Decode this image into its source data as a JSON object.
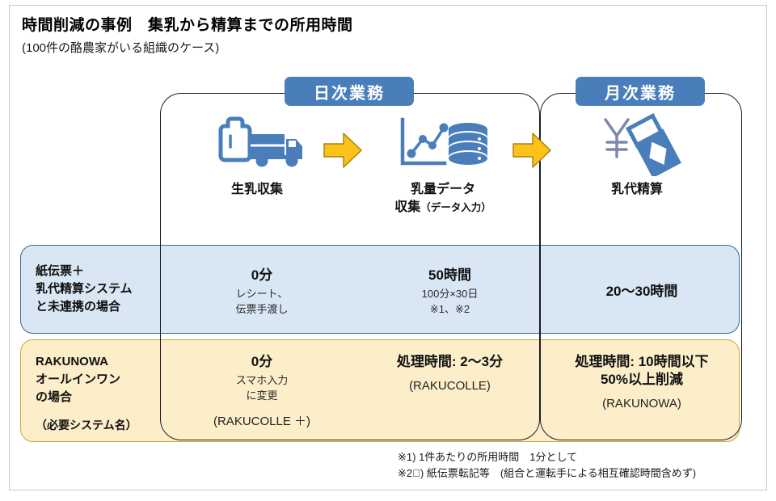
{
  "header": {
    "title": "時間削減の事例　集乳から精算までの所用時間",
    "subtitle": "(100件の酪農家がいる組織のケース)"
  },
  "phases": [
    {
      "id": "daily",
      "badge": "日次業務"
    },
    {
      "id": "monthly",
      "badge": "月次業務"
    }
  ],
  "steps": [
    {
      "icon": "milk-truck-icon",
      "label": "生乳収集",
      "sub": ""
    },
    {
      "icon": "chart-database-icon",
      "label": "乳量データ\n収集",
      "sub": "（データ入力）"
    },
    {
      "icon": "yen-banknote-icon",
      "label": "乳代精算",
      "sub": ""
    }
  ],
  "arrows": [
    {
      "name": "flow-arrow-1"
    },
    {
      "name": "flow-arrow-2"
    }
  ],
  "rows": [
    {
      "id": "legacy",
      "label": "紙伝票＋\n乳代精算システム\nと未連携の場合",
      "label_note": "",
      "cells": [
        {
          "main": "0分",
          "sub": "レシート、\n伝票手渡し",
          "system": ""
        },
        {
          "main": "50時間",
          "sub": "100分×30日\n※1、※2",
          "system": ""
        },
        {
          "main": "20〜30時間",
          "sub": "",
          "system": ""
        }
      ]
    },
    {
      "id": "rakunowa",
      "label": "RAKUNOWA\nオールインワン\nの場合",
      "label_note": "（必要システム名）",
      "cells": [
        {
          "main": "0分",
          "sub": "スマホ入力\nに変更",
          "system": "(RAKUCOLLE ＋)"
        },
        {
          "main": "処理時間: 2〜3分",
          "sub": "",
          "system": "(RAKUCOLLE)"
        },
        {
          "main": "処理時間: 10時間以下\n50%以上削減",
          "sub": "",
          "system": "(RAKUNOWA)"
        }
      ]
    }
  ],
  "footnotes": [
    "※1) 1件あたりの所用時間　1分として",
    "※2ﾞ) 紙伝票転記等　(組合と運転手による相互確認時間含めず)"
  ],
  "colors": {
    "badge_blue": "#4a7ebb",
    "row_legacy_fill": "#d9e7f4",
    "row_legacy_border": "#3c6a99",
    "row_rakunowa_fill": "#fbeec9",
    "row_rakunowa_border": "#c9a836",
    "icon_blue": "#4a7ebb",
    "arrow_gold": "#fcc219"
  }
}
